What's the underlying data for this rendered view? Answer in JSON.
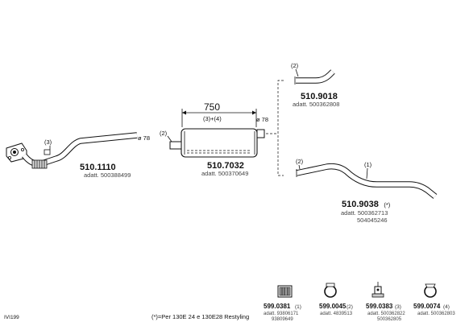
{
  "diagram": {
    "sheet_code": "IVI199",
    "footnote": "(*)=Per 130E 24 e 130E28 Restyling",
    "parts": [
      {
        "id": "510.1110",
        "adatt": "adatt. 500388499",
        "qty_label": "(3)",
        "diameter": "ø 78"
      },
      {
        "id": "510.7032",
        "adatt": "adatt. 500370649",
        "length": "750",
        "qty_label": "(3)+(4)",
        "left_label": "(2)",
        "diameter": "ø 78"
      },
      {
        "id": "510.9018",
        "adatt": "adatt. 500362808",
        "qty_label": "(2)"
      },
      {
        "id": "510.9038",
        "suffix": "(*)",
        "adatt": "adatt. 500362713",
        "adatt_extra": "504045246",
        "left_label": "(2)",
        "qty_label": "(1)"
      }
    ],
    "accessories": [
      {
        "id": "599.0381",
        "count": "(1)",
        "adatt": "adatt. 93806171",
        "adatt_extra": "93809649",
        "icon": "clamp-block-icon"
      },
      {
        "id": "599.0045",
        "count": "(2)",
        "adatt": "adatt. 4839513",
        "icon": "ring-clamp-icon"
      },
      {
        "id": "599.0383",
        "count": "(3)",
        "adatt": "adatt. 500362822",
        "adatt_extra": "500362805",
        "icon": "bracket-icon"
      },
      {
        "id": "599.0074",
        "count": "(4)",
        "adatt": "adatt. 500362803",
        "icon": "band-clamp-icon"
      }
    ]
  }
}
